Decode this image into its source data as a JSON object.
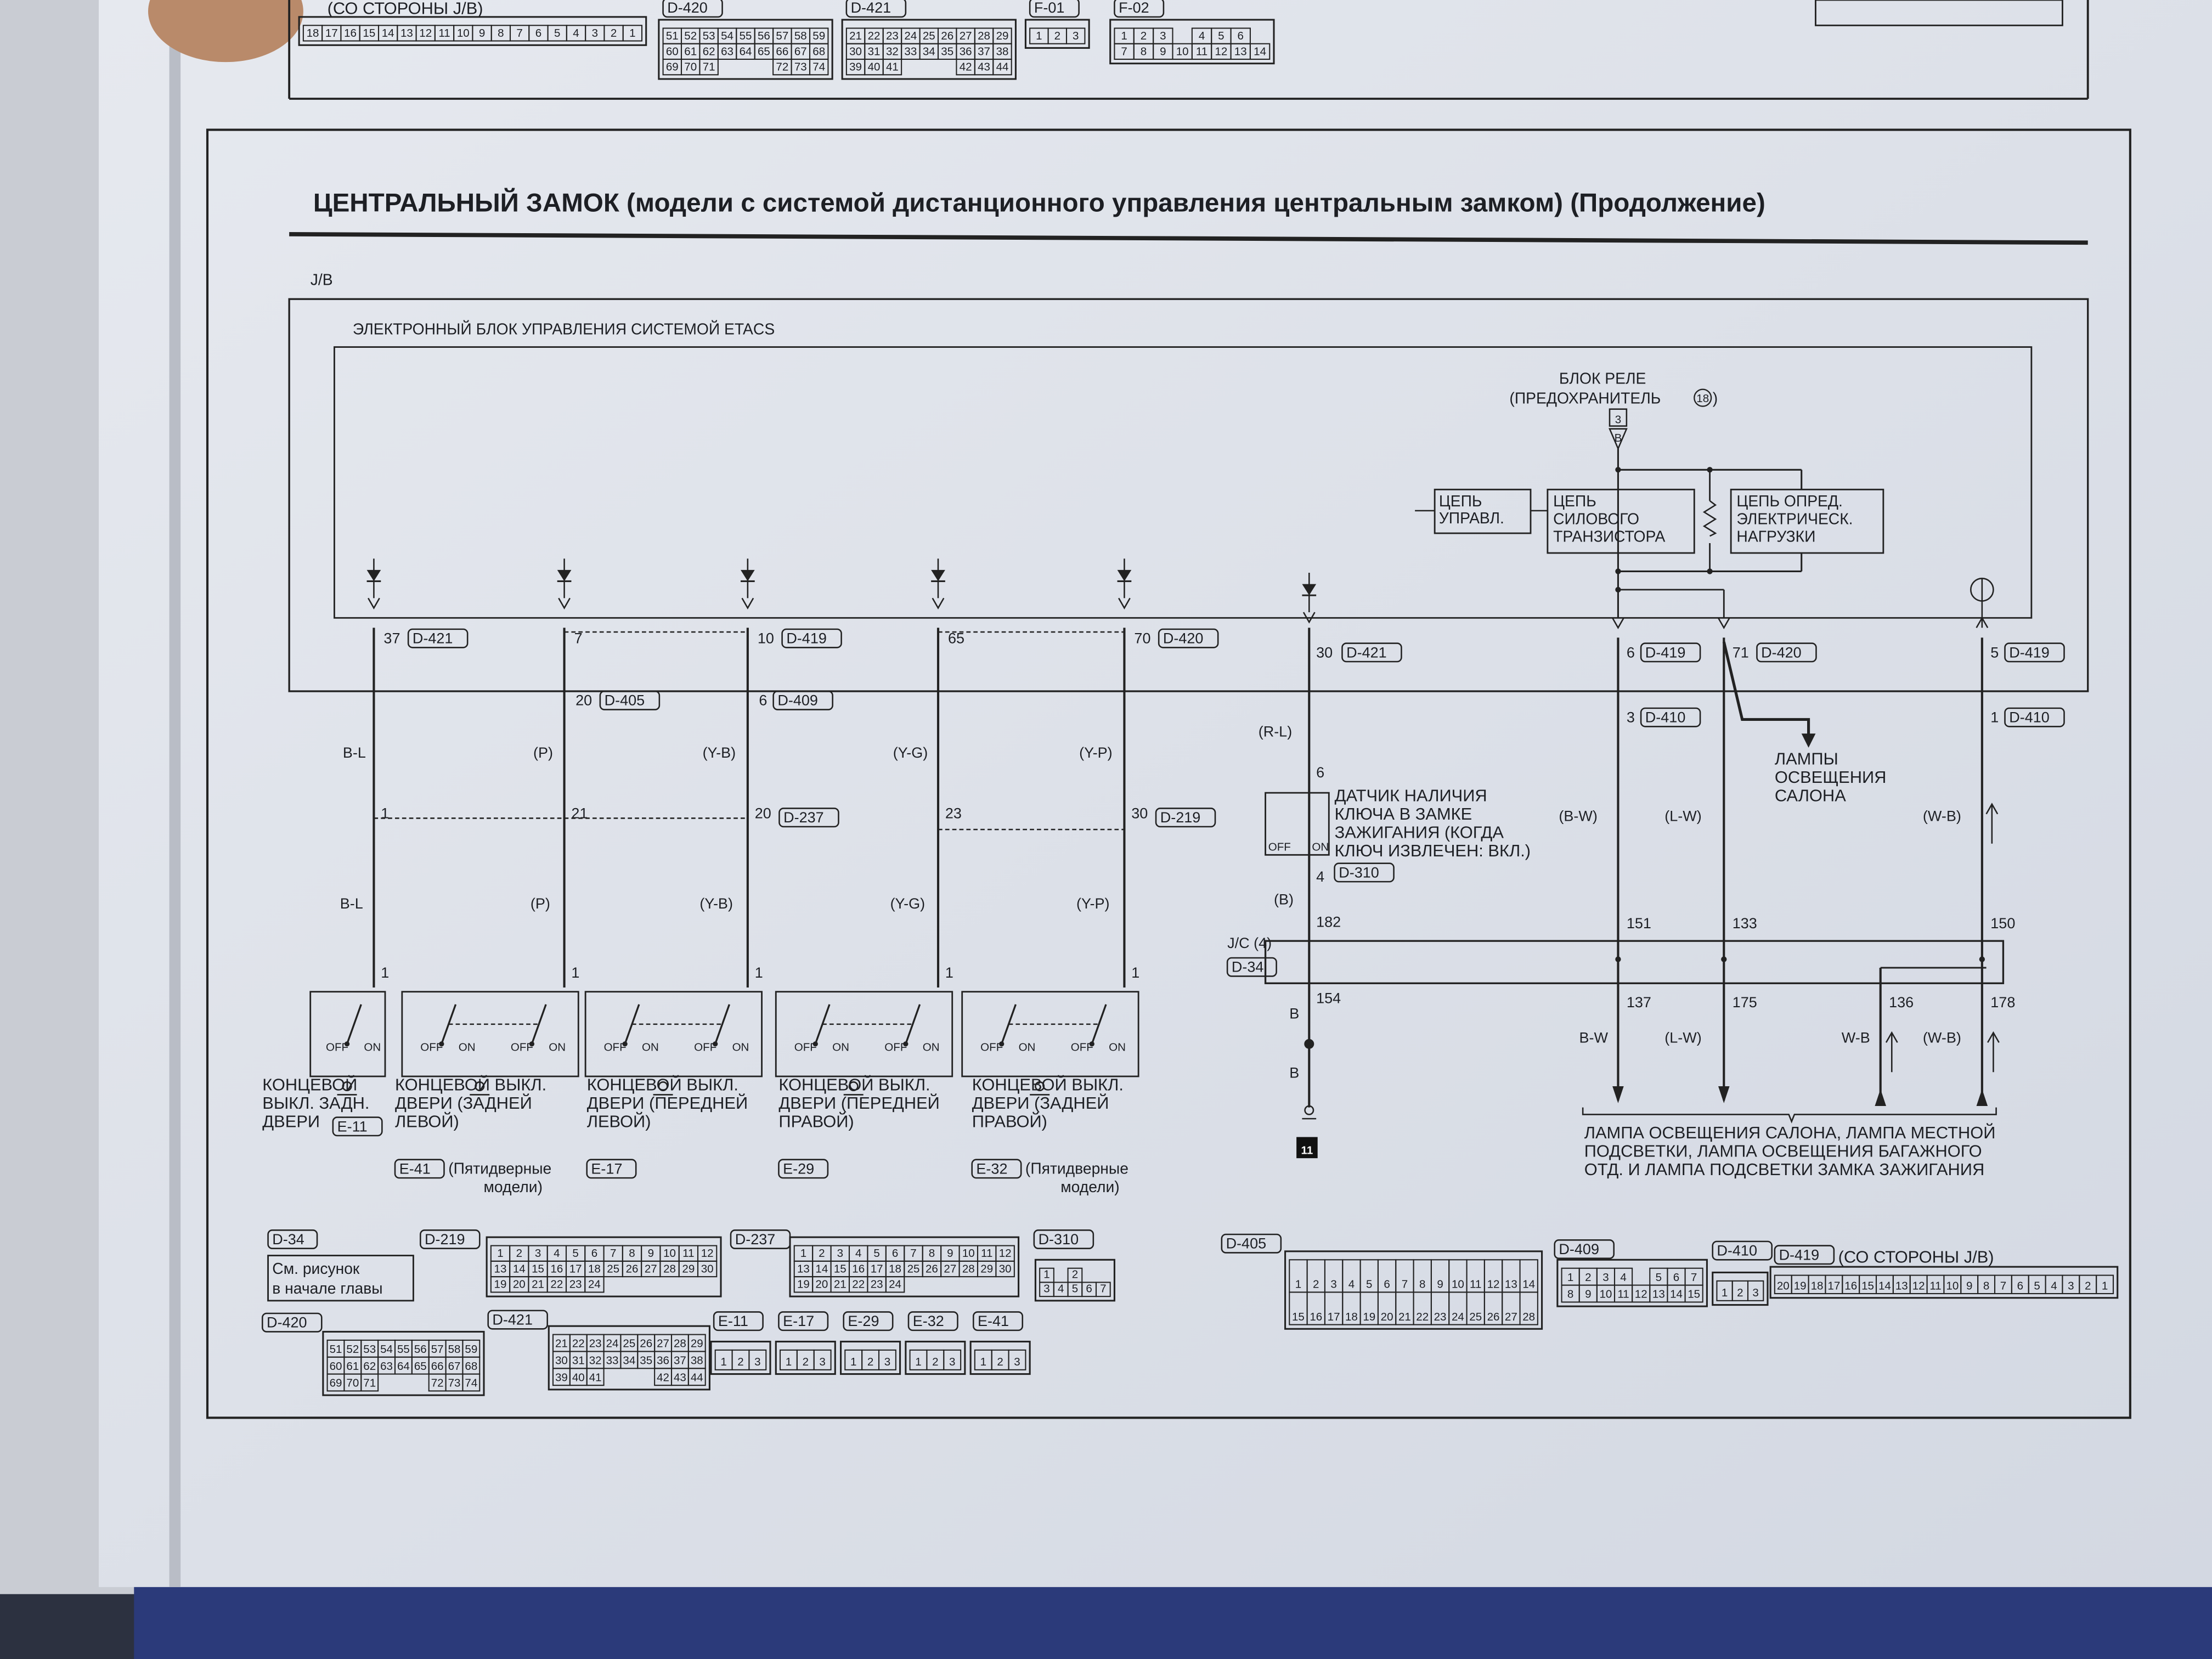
{
  "page": {
    "title": "ЦЕНТРАЛЬНЫЙ ЗАМОК (модели с системой дистанционного управления центральным замком) (Продолжение)",
    "jb_label": "J/B",
    "etacs_label": "ЭЛЕКТРОННЫЙ БЛОК УПРАВЛЕНИЯ СИСТЕМОЙ ETACS"
  },
  "switch": {
    "off_label": "OFF",
    "on_label": "ON"
  },
  "door_columns": [
    {
      "top_pin": "37",
      "top_conn": "D-421",
      "upper_color": "B-L",
      "mid_pin": "1",
      "lower_color": "B-L",
      "bottom_pin": "1",
      "switch_lines": [
        "КОНЦЕВОЙ",
        "ВЫКЛ. ЗАДН.",
        "ДВЕРИ"
      ],
      "switch_conn": "E-11"
    },
    {
      "top_pin": "7",
      "jb_pin": "20",
      "jb_conn": "D-405",
      "upper_color": "(P)",
      "mid_pin": "21",
      "lower_color": "(P)",
      "bottom_pin": "1",
      "switch_lines": [
        "КОНЦЕВОЙ ВЫКЛ.",
        "ДВЕРИ (ЗАДНЕЙ",
        "ЛЕВОЙ)"
      ],
      "switch_conn": "E-41",
      "note_lines": [
        "(Пятидверные",
        "модели)"
      ]
    },
    {
      "top_pin": "10",
      "top_conn": "D-419",
      "jb_pin": "6",
      "jb_conn": "D-409",
      "upper_color": "(Y-B)",
      "mid_pin": "20",
      "mid_conn": "D-237",
      "lower_color": "(Y-B)",
      "bottom_pin": "1",
      "switch_lines": [
        "КОНЦЕВОЙ ВЫКЛ.",
        "ДВЕРИ (ПЕРЕДНЕЙ",
        "ЛЕВОЙ)"
      ],
      "switch_conn": "E-17"
    },
    {
      "top_pin": "65",
      "upper_color": "(Y-G)",
      "mid_pin": "23",
      "lower_color": "(Y-G)",
      "bottom_pin": "1",
      "switch_lines": [
        "КОНЦЕВОЙ ВЫКЛ.",
        "ДВЕРИ (ПЕРЕДНЕЙ",
        "ПРАВОЙ)"
      ],
      "switch_conn": "E-29"
    },
    {
      "top_pin": "70",
      "top_conn": "D-420",
      "upper_color": "(Y-P)",
      "mid_pin": "30",
      "mid_conn": "D-219",
      "lower_color": "(Y-P)",
      "bottom_pin": "1",
      "switch_lines": [
        "КОНЦЕВОЙ ВЫКЛ.",
        "ДВЕРИ (ЗАДНЕЙ",
        "ПРАВОЙ)"
      ],
      "switch_conn": "E-32",
      "note_lines": [
        "(Пятидверные",
        "модели)"
      ]
    }
  ],
  "key_sensor": {
    "top_pin": "30",
    "top_conn": "D-421",
    "upper_color": "(R-L)",
    "pin_a": "6",
    "label_lines": [
      "ДАТЧИК НАЛИЧИЯ",
      "КЛЮЧА В ЗАМКЕ",
      "ЗАЖИГАНИЯ (КОГДА",
      "КЛЮЧ ИЗВЛЕЧЕН: ВКЛ.)"
    ],
    "conn": "D-310",
    "pin_b": "4",
    "lower_color": "(B)",
    "jc_in_pin": "182",
    "jc_label": "J/C (4)",
    "jc_conn": "D-34",
    "jc_out_pin": "154",
    "ground_color_1": "B",
    "ground_color_2": "B",
    "ground_no": "11"
  },
  "relay": {
    "label_lines": [
      "БЛОК РЕЛЕ",
      "(ПРЕДОХРАНИТЕЛЬ"
    ],
    "fuse_no": "18",
    "close_paren": ")",
    "terminal": "3",
    "terminal_type": "B",
    "control_box": [
      "ЦЕПЬ",
      "УПРАВЛ."
    ],
    "transistor_box": [
      "ЦЕПЬ",
      "СИЛОВОГО",
      "ТРАНЗИСТОРА"
    ],
    "load_box": [
      "ЦЕПЬ ОПРЕД.",
      "ЭЛЕКТРИЧЕСК.",
      "НАГРУЗКИ"
    ]
  },
  "lamp_columns": [
    {
      "top_pin": "6",
      "top_conn": "D-419",
      "jb_pin": "3",
      "jb_conn": "D-410",
      "upper_color": "(B-W)",
      "jc_in": "151",
      "jc_out": "137",
      "lower_color": "B-W"
    },
    {
      "top_pin": "71",
      "top_conn": "D-420",
      "upper_color": "(L-W)",
      "jc_in": "133",
      "jc_out": "175",
      "lower_color": "(L-W)"
    },
    {
      "jc_out": "136",
      "lower_color": "W-B"
    },
    {
      "top_pin": "5",
      "top_conn": "D-419",
      "jb_pin": "1",
      "jb_conn": "D-410",
      "upper_color": "(W-B)",
      "jc_in": "150",
      "jc_out": "178",
      "lower_color": "(W-B)"
    }
  ],
  "interior_lamps_label": [
    "ЛАМПЫ",
    "ОСВЕЩЕНИЯ",
    "САЛОНА"
  ],
  "lamps_bottom_label": [
    "ЛАМПА ОСВЕЩЕНИЯ САЛОНА, ЛАМПА МЕСТНОЙ",
    "ПОДСВЕТКИ, ЛАМПА ОСВЕЩЕНИЯ БАГАЖНОГО",
    "ОТД. И ЛАМПА ПОДСВЕТКИ ЗАМКА ЗАЖИГАНИЯ"
  ],
  "connectors": [
    {
      "id": "D-34",
      "note": [
        "См. рисунок",
        "в начале главы"
      ]
    },
    {
      "id": "D-219",
      "rows": [
        [
          "1",
          "2",
          "3",
          "4",
          "5",
          "6",
          "7",
          "8",
          "9",
          "10",
          "11",
          "12"
        ],
        [
          "13",
          "14",
          "15",
          "16",
          "17",
          "18",
          "25",
          "26",
          "27",
          "28",
          "29",
          "30"
        ],
        [
          "19",
          "20",
          "21",
          "22",
          "23",
          "24"
        ]
      ]
    },
    {
      "id": "D-237",
      "rows": [
        [
          "1",
          "2",
          "3",
          "4",
          "5",
          "6",
          "7",
          "8",
          "9",
          "10",
          "11",
          "12"
        ],
        [
          "13",
          "14",
          "15",
          "16",
          "17",
          "18",
          "25",
          "26",
          "27",
          "28",
          "29",
          "30"
        ],
        [
          "19",
          "20",
          "21",
          "22",
          "23",
          "24"
        ]
      ]
    },
    {
      "id": "D-310",
      "rows": [
        [
          "1",
          "",
          "2"
        ],
        [
          "3",
          "4",
          "5",
          "6",
          "7"
        ]
      ]
    },
    {
      "id": "D-420",
      "rows": [
        [
          "51",
          "52",
          "53",
          "54",
          "55",
          "56",
          "57",
          "58",
          "59"
        ],
        [
          "60",
          "61",
          "62",
          "63",
          "64",
          "65",
          "66",
          "67",
          "68"
        ],
        [
          "69",
          "70",
          "71",
          "",
          "",
          "",
          "72",
          "73",
          "74"
        ]
      ]
    },
    {
      "id": "D-421",
      "rows": [
        [
          "21",
          "22",
          "23",
          "24",
          "25",
          "26",
          "27",
          "28",
          "29"
        ],
        [
          "30",
          "31",
          "32",
          "33",
          "34",
          "35",
          "36",
          "37",
          "38"
        ],
        [
          "39",
          "40",
          "41",
          "",
          "",
          "",
          "42",
          "43",
          "44"
        ]
      ]
    },
    {
      "id": "E-11",
      "rows": [
        [
          "1",
          "2",
          "3"
        ]
      ]
    },
    {
      "id": "E-17",
      "rows": [
        [
          "1",
          "2",
          "3"
        ]
      ]
    },
    {
      "id": "E-29",
      "rows": [
        [
          "1",
          "2",
          "3"
        ]
      ]
    },
    {
      "id": "E-32",
      "rows": [
        [
          "1",
          "2",
          "3"
        ]
      ]
    },
    {
      "id": "E-41",
      "rows": [
        [
          "1",
          "2",
          "3"
        ]
      ]
    },
    {
      "id": "D-405",
      "rows": [
        [
          "1",
          "2",
          "3",
          "4",
          "5",
          "6",
          "7",
          "8",
          "9",
          "10",
          "11",
          "12",
          "13",
          "14"
        ],
        [
          "15",
          "16",
          "17",
          "18",
          "19",
          "20",
          "21",
          "22",
          "23",
          "24",
          "25",
          "26",
          "27",
          "28"
        ]
      ]
    },
    {
      "id": "D-409",
      "rows": [
        [
          "1",
          "2",
          "3",
          "4",
          "",
          "5",
          "6",
          "7"
        ],
        [
          "8",
          "9",
          "10",
          "11",
          "12",
          "13",
          "14",
          "15"
        ]
      ]
    },
    {
      "id": "D-410",
      "rows": [
        [
          "1",
          "2",
          "3"
        ]
      ]
    },
    {
      "id": "D-419",
      "side_note": "(СО СТОРОНЫ J/B)",
      "rows": [
        [
          "20",
          "19",
          "18",
          "17",
          "16",
          "15",
          "14",
          "13",
          "12",
          "11",
          "10",
          "9",
          "8",
          "7",
          "6",
          "5",
          "4",
          "3",
          "2",
          "1"
        ]
      ]
    }
  ],
  "top_strip": {
    "side_note": "(СО СТОРОНЫ J/B)",
    "connectors": [
      {
        "id": "",
        "rows": [
          [
            "18",
            "17",
            "16",
            "15",
            "14",
            "13",
            "12",
            "11",
            "10",
            "9",
            "8",
            "7",
            "6",
            "5",
            "4",
            "3",
            "2",
            "1"
          ]
        ]
      },
      {
        "id": "D-420",
        "rows": [
          [
            "51",
            "52",
            "53",
            "54",
            "55",
            "56",
            "57",
            "58",
            "59"
          ],
          [
            "60",
            "61",
            "62",
            "63",
            "64",
            "65",
            "66",
            "67",
            "68"
          ],
          [
            "69",
            "70",
            "71",
            "",
            "",
            "",
            "72",
            "73",
            "74"
          ]
        ]
      },
      {
        "id": "D-421",
        "rows": [
          [
            "21",
            "22",
            "23",
            "24",
            "25",
            "26",
            "27",
            "28",
            "29"
          ],
          [
            "30",
            "31",
            "32",
            "33",
            "34",
            "35",
            "36",
            "37",
            "38"
          ],
          [
            "39",
            "40",
            "41",
            "",
            "",
            "",
            "42",
            "43",
            "44"
          ]
        ]
      },
      {
        "id": "F-01",
        "rows": [
          [
            "1",
            "2",
            "3"
          ]
        ]
      },
      {
        "id": "F-02",
        "rows": [
          [
            "1",
            "2",
            "3",
            "",
            "4",
            "5",
            "6"
          ],
          [
            "7",
            "8",
            "9",
            "10",
            "11",
            "12",
            "13",
            "14"
          ]
        ]
      }
    ]
  },
  "colors": {
    "paper": "#dfe3ea",
    "ink": "#1d1f24",
    "binding": "#2b3a7a"
  }
}
